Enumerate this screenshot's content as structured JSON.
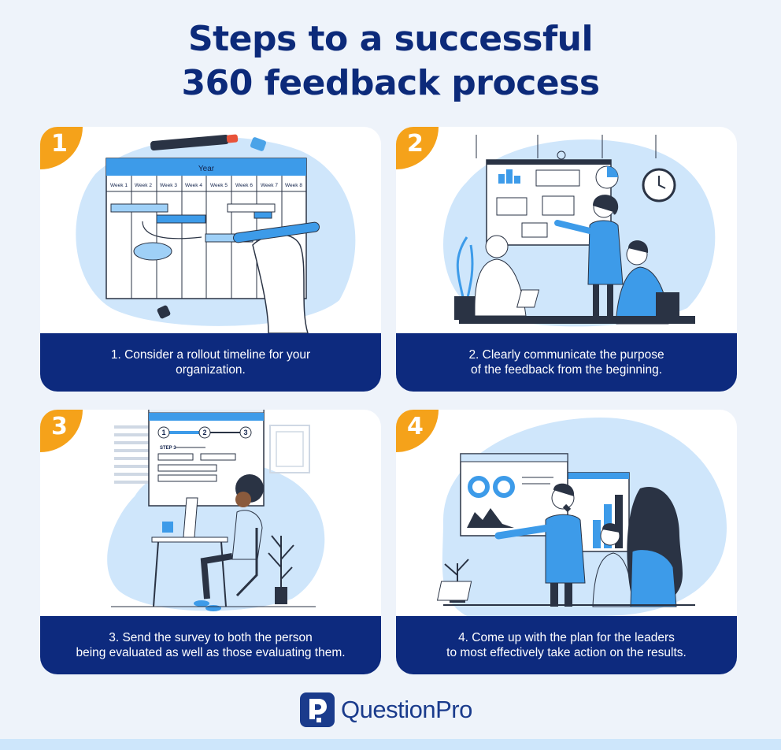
{
  "title_line1": "Steps to a successful",
  "title_line2": "360 feedback process",
  "cards": [
    {
      "number": "1",
      "caption_line1": "1. Consider a rollout timeline for your",
      "caption_line2": "organization.",
      "illustration_text": {
        "year": "Year",
        "weeks": [
          "Week 1",
          "Week 2",
          "Week 3",
          "Week 4",
          "Week 5",
          "Week 6",
          "Week 7",
          "Week 8"
        ]
      }
    },
    {
      "number": "2",
      "caption_line1": "2. Clearly communicate the purpose",
      "caption_line2": "of the feedback from the beginning."
    },
    {
      "number": "3",
      "caption_line1": "3. Send the survey to both the person",
      "caption_line2": "being evaluated as well as those evaluating them.",
      "illustration_text": {
        "step_label": "STEP 3",
        "steps": [
          "1",
          "2",
          "3"
        ]
      }
    },
    {
      "number": "4",
      "caption_line1": "4. Come up with the plan for the leaders",
      "caption_line2": "to most effectively take action on the results."
    }
  ],
  "logo": {
    "text": "QuestionPro",
    "icon": "questionpro-logo-icon"
  },
  "colors": {
    "navy": "#0d2a7e",
    "orange": "#f5a21a",
    "light_blue": "#b9dcfb",
    "accent_blue": "#2f8fe0",
    "background": "#eef3fa"
  }
}
